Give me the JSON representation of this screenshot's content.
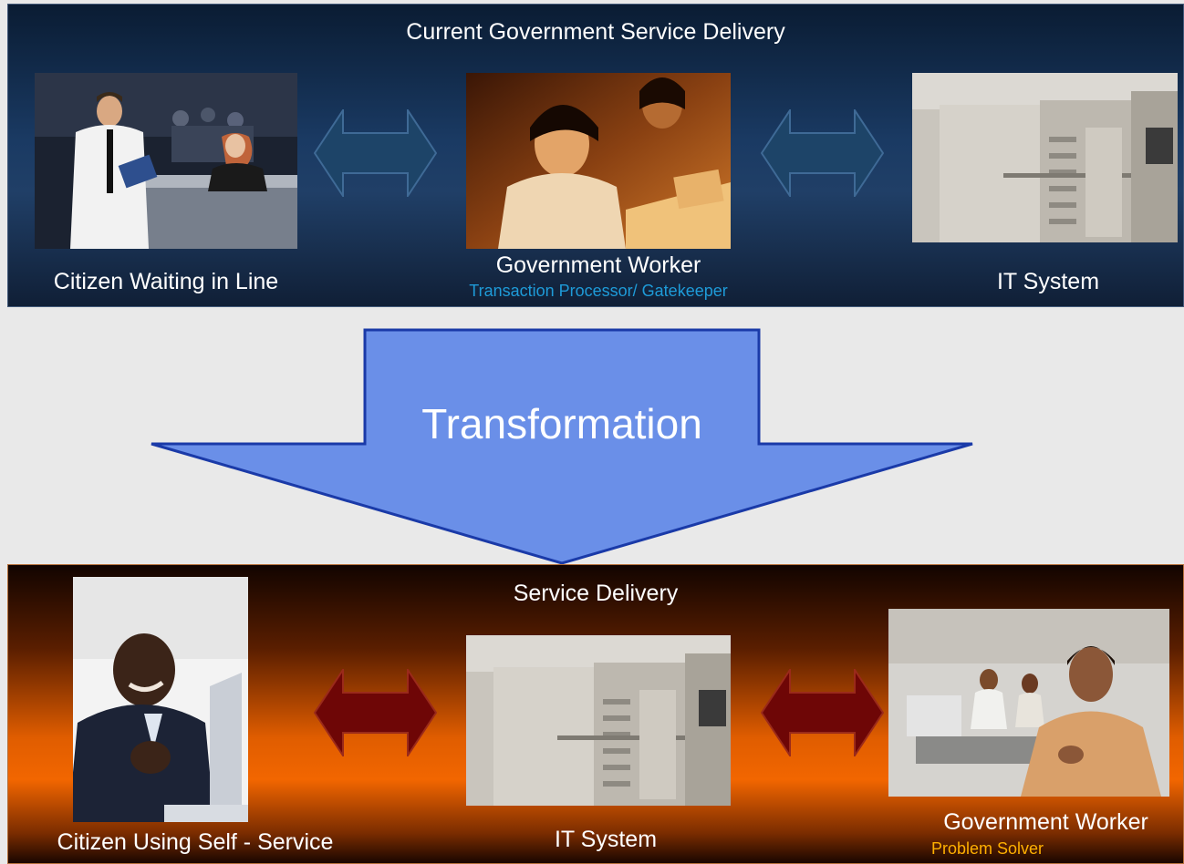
{
  "top": {
    "title": "Current Government Service Delivery",
    "left_label": "Citizen Waiting in Line",
    "center_label": "Government Worker",
    "center_sublabel": "Transaction Processor/ Gatekeeper",
    "right_label": "IT System"
  },
  "transformation": {
    "label": "Transformation"
  },
  "bottom": {
    "title": "Service Delivery",
    "left_label": "Citizen Using Self   -  Service",
    "center_label": "IT System",
    "right_label": "Government Worker",
    "right_sublabel": "Problem Solver"
  },
  "colors": {
    "top_panel": "#1a3a63",
    "bottom_panel": "#f26600",
    "transform_arrow": "#6a8fe8",
    "top_arrows": "#1d4468",
    "bottom_arrows": "#6e0606",
    "top_sublabel": "#1e9bd8",
    "bottom_sublabel": "#ffb000"
  }
}
